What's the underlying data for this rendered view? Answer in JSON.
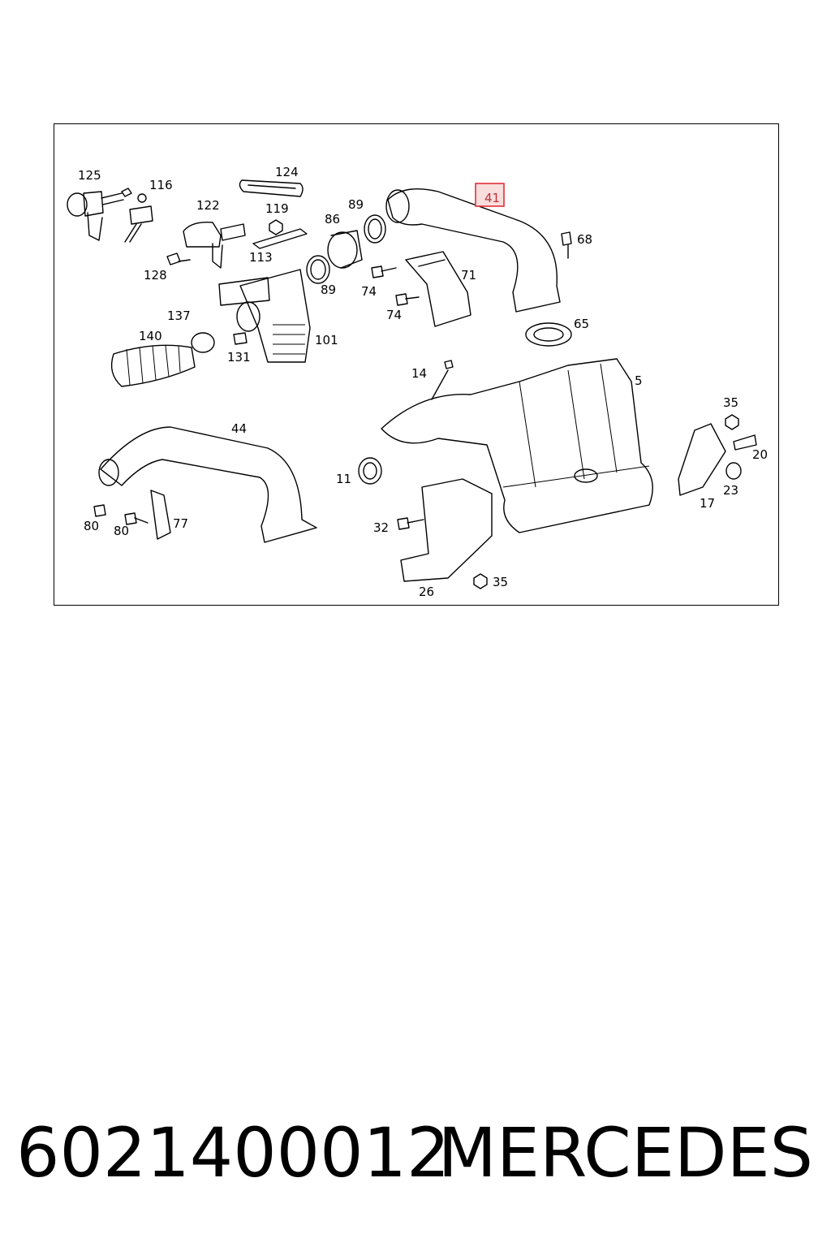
{
  "diagram": {
    "labels": [
      "125",
      "116",
      "124",
      "122",
      "119",
      "113",
      "128",
      "89",
      "86",
      "89",
      "41",
      "68",
      "71",
      "74",
      "74",
      "137",
      "140",
      "131",
      "101",
      "65",
      "14",
      "5",
      "35",
      "20",
      "44",
      "11",
      "23",
      "17",
      "80",
      "80",
      "77",
      "32",
      "26",
      "35"
    ],
    "highlighted_label": "41"
  },
  "footer": {
    "part_number": "6021400012",
    "brand": "MERCEDES"
  }
}
